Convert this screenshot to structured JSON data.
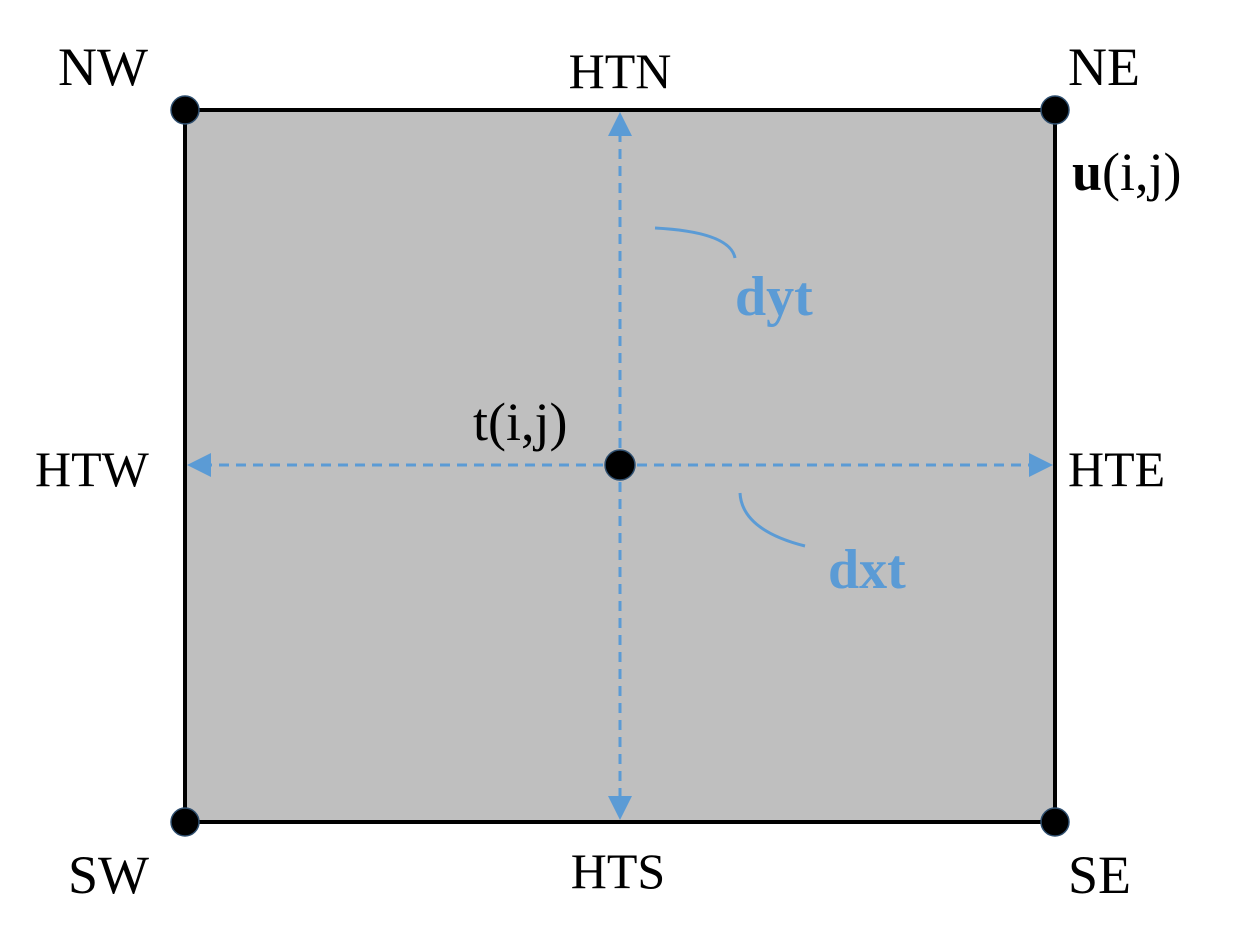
{
  "corners": {
    "nw": "NW",
    "ne": "NE",
    "sw": "SW",
    "se": "SE"
  },
  "faces": {
    "north": "HTN",
    "south": "HTS",
    "west": "HTW",
    "east": "HTE"
  },
  "points": {
    "u_bold": "u",
    "u_rest": "(i,j)",
    "t": "t(i,j)"
  },
  "spacings": {
    "dy": "dyt",
    "dx": "dxt"
  },
  "colors": {
    "cell_fill": "#bfbfbf",
    "arrow": "#5b9bd5",
    "outline": "#000000"
  }
}
